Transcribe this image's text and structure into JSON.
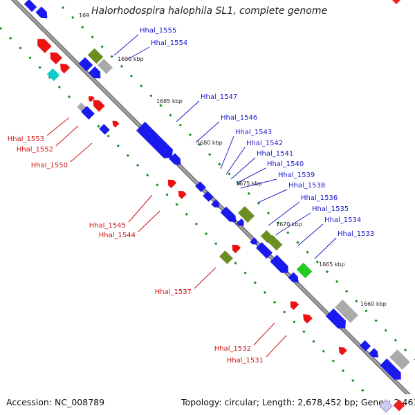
{
  "title": "Halorhodospira halophila SL1, complete genome",
  "footer": {
    "accession": "Accession: NC_008789",
    "topology": "Topology: circular; Length: 2,678,452 bp; Genes: 2,461"
  },
  "colors": {
    "backbone": "#7a7a7a",
    "dotted_track": "#1a8a1a",
    "label_upper": "#1a1acc",
    "label_lower": "#cc1111",
    "gene_blue": "#1a1aee",
    "gene_red": "#ee1111",
    "gene_olive": "#6b8e23",
    "gene_grey": "#aaaaaa",
    "gene_cyan": "#11cccc",
    "gene_green": "#22cc22"
  },
  "scale_ticks": [
    "1690 kbp",
    "1685 kbp",
    "1680 kbp",
    "1675 kbp",
    "1670 kbp",
    "1665 kbp",
    "1660 kbp"
  ],
  "scale_tick_partial": "169",
  "labels_upper": [
    "Hhal_1555",
    "Hhal_1554",
    "Hhal_1547",
    "Hhal_1546",
    "Hhal_1543",
    "Hhal_1542",
    "Hhal_1541",
    "Hhal_1540",
    "Hhal_1539",
    "Hhal_1538",
    "Hhal_1536",
    "Hhal_1535",
    "Hhal_1534",
    "Hhal_1533"
  ],
  "labels_lower": [
    "Hhal_1553",
    "Hhal_1552",
    "Hhal_1550",
    "Hhal_1545",
    "Hhal_1544",
    "Hhal_1537",
    "Hhal_1532",
    "Hhal_1531"
  ]
}
